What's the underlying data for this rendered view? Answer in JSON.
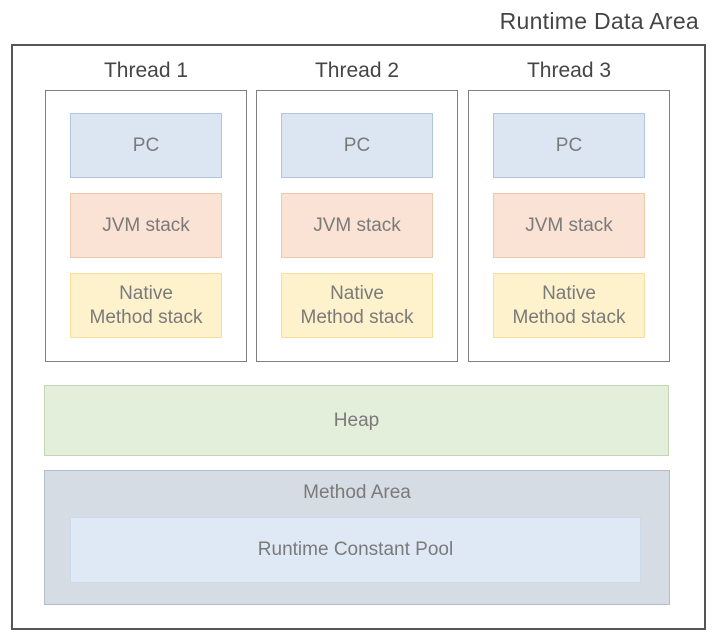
{
  "title": "Runtime Data Area",
  "threads": [
    {
      "label": "Thread 1",
      "blocks": [
        {
          "name": "pc",
          "label": "PC"
        },
        {
          "name": "jvm-stack",
          "label": "JVM stack"
        },
        {
          "name": "native-method-stack",
          "label": "Native\nMethod stack"
        }
      ]
    },
    {
      "label": "Thread 2",
      "blocks": [
        {
          "name": "pc",
          "label": "PC"
        },
        {
          "name": "jvm-stack",
          "label": "JVM stack"
        },
        {
          "name": "native-method-stack",
          "label": "Native\nMethod stack"
        }
      ]
    },
    {
      "label": "Thread 3",
      "blocks": [
        {
          "name": "pc",
          "label": "PC"
        },
        {
          "name": "jvm-stack",
          "label": "JVM stack"
        },
        {
          "name": "native-method-stack",
          "label": "Native\nMethod stack"
        }
      ]
    }
  ],
  "heap": {
    "label": "Heap"
  },
  "method_area": {
    "label": "Method Area"
  },
  "runtime_constant_pool": {
    "label": "Runtime Constant Pool"
  },
  "colors": {
    "outer-border": "#555555",
    "thread-border": "#808080",
    "heading-text": "#454545",
    "label-text": "#7a7a7a",
    "pc-fill": "#dce6f2",
    "pc-border": "#aec6e0",
    "jvm-fill": "#fae3d4",
    "jvm-border": "#eec9ae",
    "native-fill": "#fef2cc",
    "native-border": "#f7df9b",
    "heap-fill": "#e4efdb",
    "heap-border": "#c4d6b4",
    "method-fill": "#d6dce4",
    "method-border": "#b4bdca",
    "rcp-fill": "#dfe9f5",
    "rcp-border": "#ccd9e9"
  }
}
